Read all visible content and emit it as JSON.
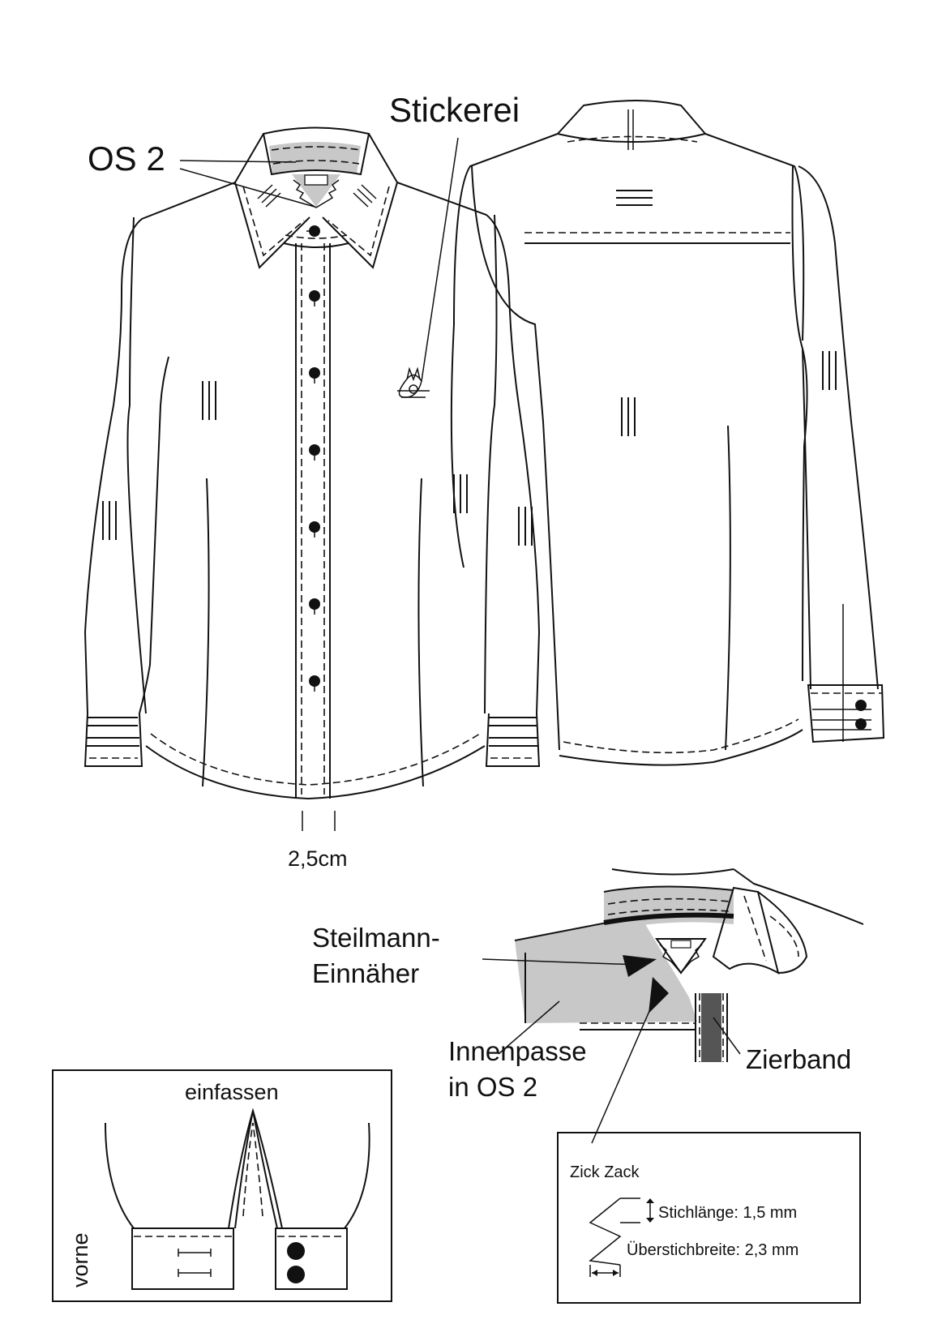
{
  "labels": {
    "os2_top": "OS 2",
    "stickerei": "Stickerei",
    "placket_width": "2,5cm",
    "steilmann_line1": "Steilmann-",
    "steilmann_line2": "Einnäher",
    "innenpasse_line1": "Innenpasse",
    "innenpasse_line2": "in OS 2",
    "zierband": "Zierband"
  },
  "cuff_box": {
    "title": "einfassen",
    "side_label": "vorne"
  },
  "stitch_box": {
    "title": "Zick Zack",
    "stitch_length": "Stichlänge: 1,5 mm",
    "overlock_width": "Überstichbreite: 2,3 mm"
  },
  "colors": {
    "line": "#111111",
    "fill_gray": "#c8c8c8",
    "ribbon_dark": "#555555"
  }
}
